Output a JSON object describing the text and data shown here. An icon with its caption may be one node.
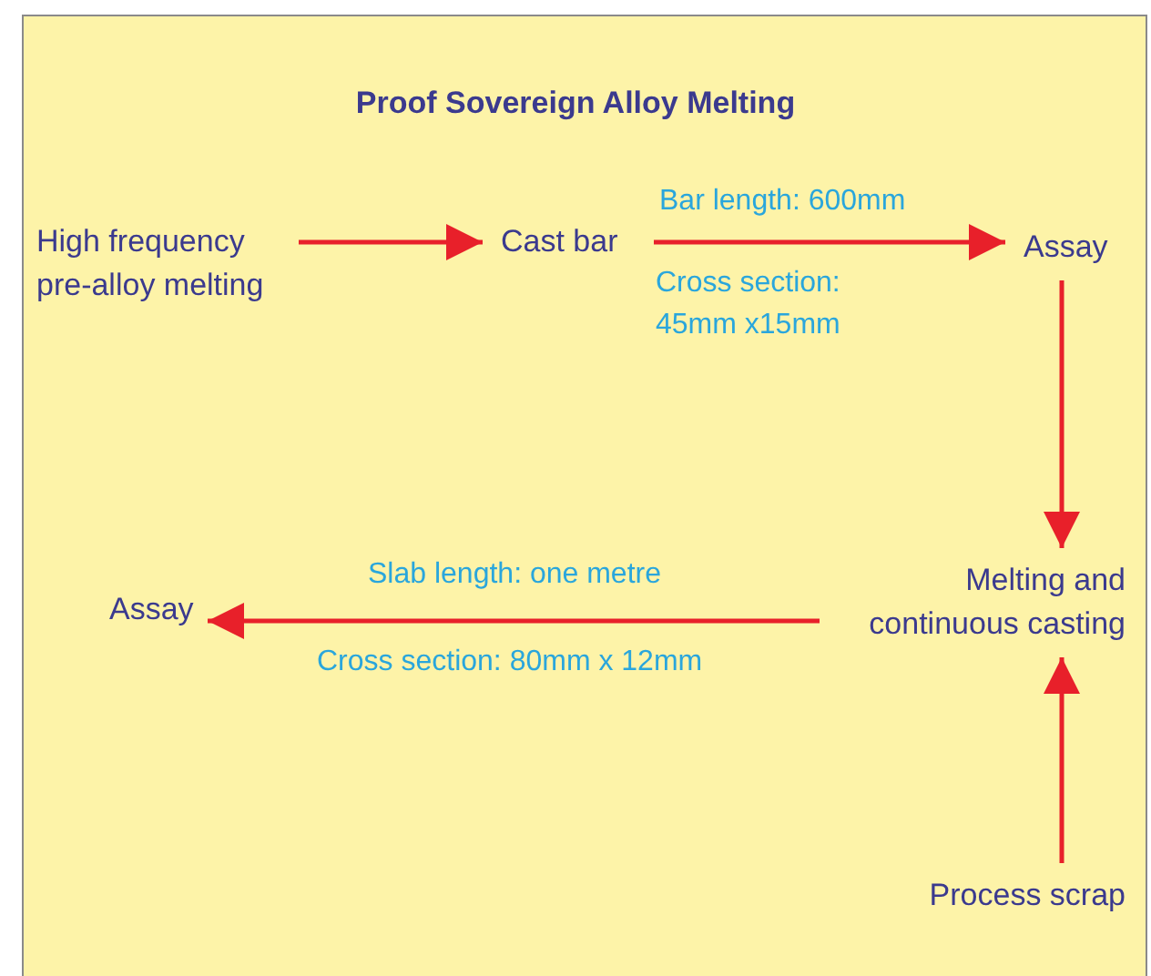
{
  "diagram": {
    "title": "Proof Sovereign Alloy Melting",
    "nodes": [
      {
        "text": [
          "High frequency pre-alloy melting"
        ]
      },
      {
        "text": [
          "Cast bar"
        ]
      },
      {
        "text": [
          "Assay"
        ]
      },
      {
        "text": [
          "Melting and continuous casting"
        ]
      },
      {
        "text": [
          "Assay"
        ]
      },
      {
        "text": [
          "Process scrap"
        ]
      }
    ],
    "edges": [
      {
        "from": 0,
        "to": 1,
        "arrow": "to"
      },
      {
        "from": 1,
        "to": 2,
        "arrow": "to",
        "label": "Bar length: 600mm"
      },
      {
        "from": 2,
        "to": 3,
        "arrow": "to"
      },
      {
        "from": 3,
        "to": 4,
        "arrow": "to",
        "label": "Slab length: one metre"
      },
      {
        "from": 5,
        "to": 3,
        "arrow": "to"
      }
    ],
    "labels": [
      "Cross section: 45mm x15mm",
      "Cross section: 80mm x 12mm"
    ]
  }
}
